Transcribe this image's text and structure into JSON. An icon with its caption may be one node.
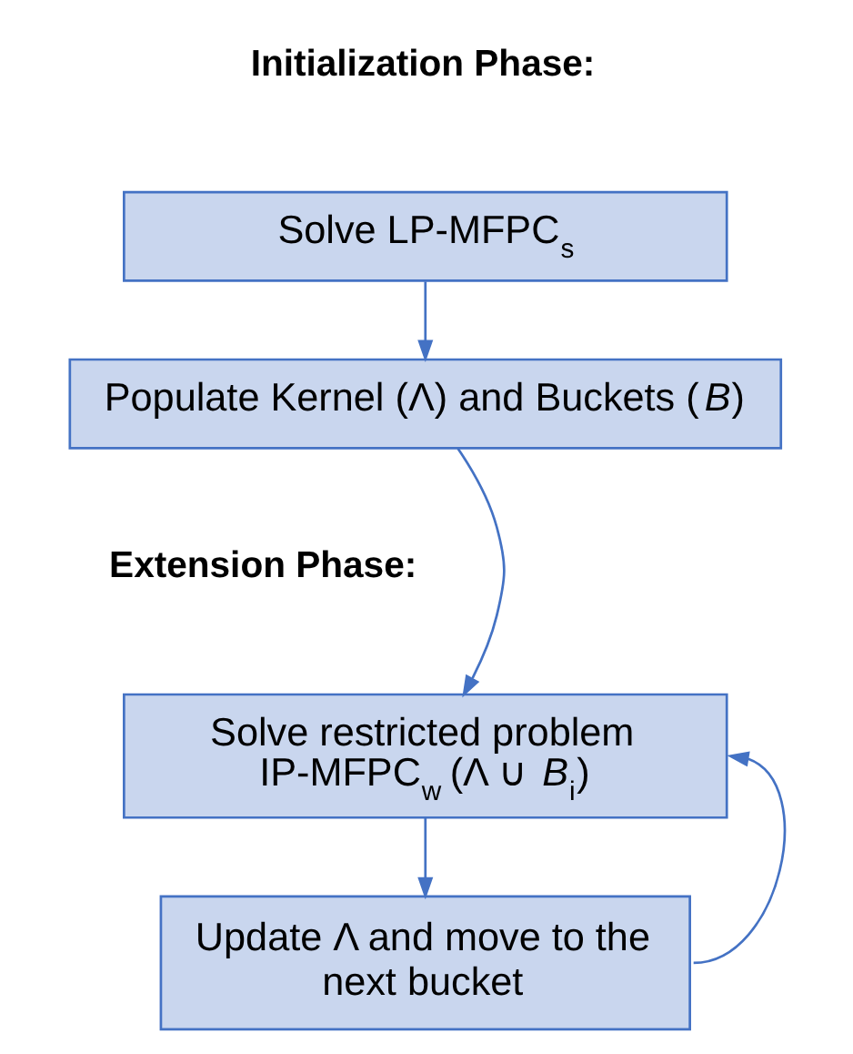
{
  "diagram": {
    "nodes": [
      {
        "text": [
          "Solve LP-MFPC$_{s}$"
        ]
      },
      {
        "text": [
          "Populate Kernel (Λ) and Buckets (*B*)"
        ]
      },
      {
        "text": [
          "Solve restricted problem IP-MFPC$_{w}$ (Λ ∪ *B*$_{i}$)"
        ]
      },
      {
        "text": [
          "Update Λ and move to the next bucket"
        ]
      }
    ],
    "edges": [
      {
        "from": 0,
        "to": 1,
        "arrow": "to"
      },
      {
        "from": 1,
        "to": 2,
        "arrow": "to"
      },
      {
        "from": 2,
        "to": 3,
        "arrow": "to"
      },
      {
        "from": 3,
        "to": 2,
        "arrow": "to"
      }
    ],
    "labels": [
      "Initialization Phase:",
      "Extension Phase:"
    ]
  }
}
